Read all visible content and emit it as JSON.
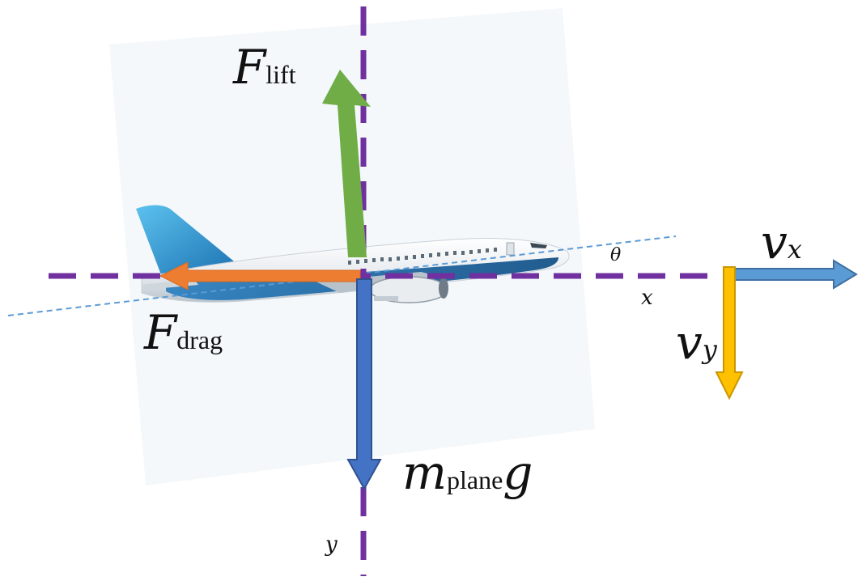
{
  "labels": {
    "lift_main": "F",
    "lift_sub": "lift",
    "drag_main": "F",
    "drag_sub": "drag",
    "weight_main": "m",
    "weight_sub": "plane",
    "weight_tail": "g",
    "vx_main": "v",
    "vx_sub": "x",
    "vy_main": "v",
    "vy_sub": "y",
    "axis_x": "x",
    "axis_y": "y",
    "angle": "θ"
  },
  "colors": {
    "axis_dashed": "#7030a0",
    "lift": "#70ad47",
    "drag": "#ed7d31",
    "weight": "#4472c4",
    "vx": "#5b9bd5",
    "vy": "#ffc000",
    "flight_path": "#5b9bd5",
    "plane_tail": "#2e96d0",
    "plane_body": "#f2f4f6",
    "background_panel": "#f4f8fb"
  },
  "icons": {
    "airplane": "airplane-icon"
  }
}
